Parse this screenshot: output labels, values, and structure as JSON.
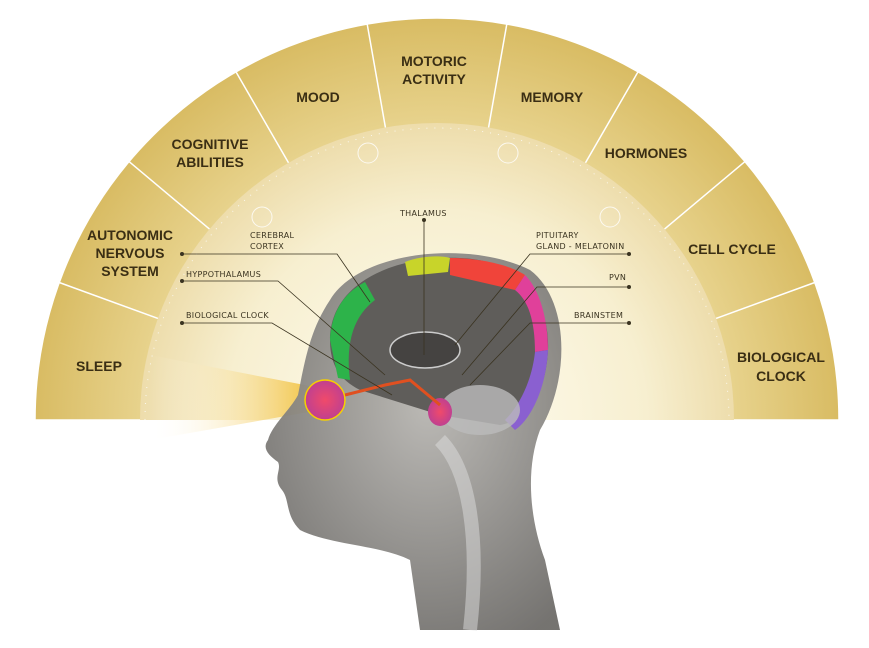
{
  "segments": [
    {
      "lines": [
        "SLEEP"
      ]
    },
    {
      "lines": [
        "AUTONOMIC",
        "NERVOUS",
        "SYSTEM"
      ]
    },
    {
      "lines": [
        "COGNITIVE",
        "ABILITIES"
      ]
    },
    {
      "lines": [
        "MOOD"
      ]
    },
    {
      "lines": [
        "MOTORIC",
        "ACTIVITY"
      ]
    },
    {
      "lines": [
        "MEMORY"
      ]
    },
    {
      "lines": [
        "HORMONES"
      ]
    },
    {
      "lines": [
        "CELL CYCLE"
      ]
    },
    {
      "lines": [
        "BIOLOGICAL",
        "CLOCK"
      ]
    }
  ],
  "brain_labels": {
    "cerebral_cortex": [
      "CEREBRAL",
      "CORTEX"
    ],
    "thalamus": "THALAMUS",
    "hypothalamus": "HYPPOTHALAMUS",
    "biological_clock": "BIOLOGICAL CLOCK",
    "pituitary": [
      "PITUITARY",
      "GLAND - MELATONIN"
    ],
    "pvn": "PVN",
    "brainstem": "BRAINSTEM"
  },
  "colors": {
    "outer_band": "#dcc06a",
    "inner_band": "#f6eecd",
    "light_beam": "#f0c030"
  }
}
